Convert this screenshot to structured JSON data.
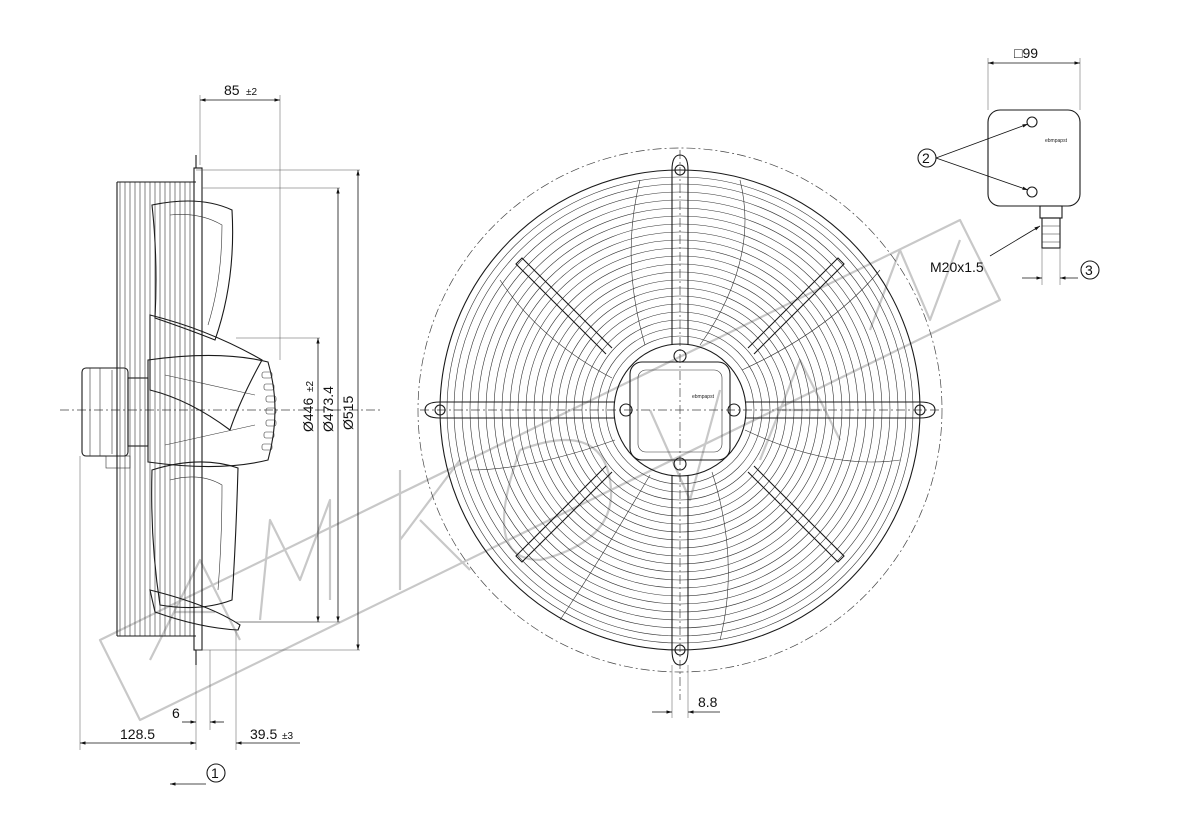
{
  "dimensions": {
    "axial_offset": "85",
    "axial_offset_tol": "±2",
    "dia_inner": "Ø446",
    "dia_inner_tol": "±2",
    "dia_blade": "Ø473.4",
    "dia_outer": "Ø515",
    "depth_total": "128.5",
    "flange_thickness": "6",
    "grill_offset": "39.5",
    "grill_offset_tol": "±3",
    "slot_width": "8.8",
    "box_size": "□99",
    "cable_gland": "M20x1.5"
  },
  "callouts": {
    "air_flow": "1",
    "screws": "2",
    "gland": "3"
  },
  "brand_mark": "ebmpapst",
  "watermark": "AMKOVA",
  "colors": {
    "line": "#1a1a1a",
    "watermark": "#c8c8c8"
  }
}
